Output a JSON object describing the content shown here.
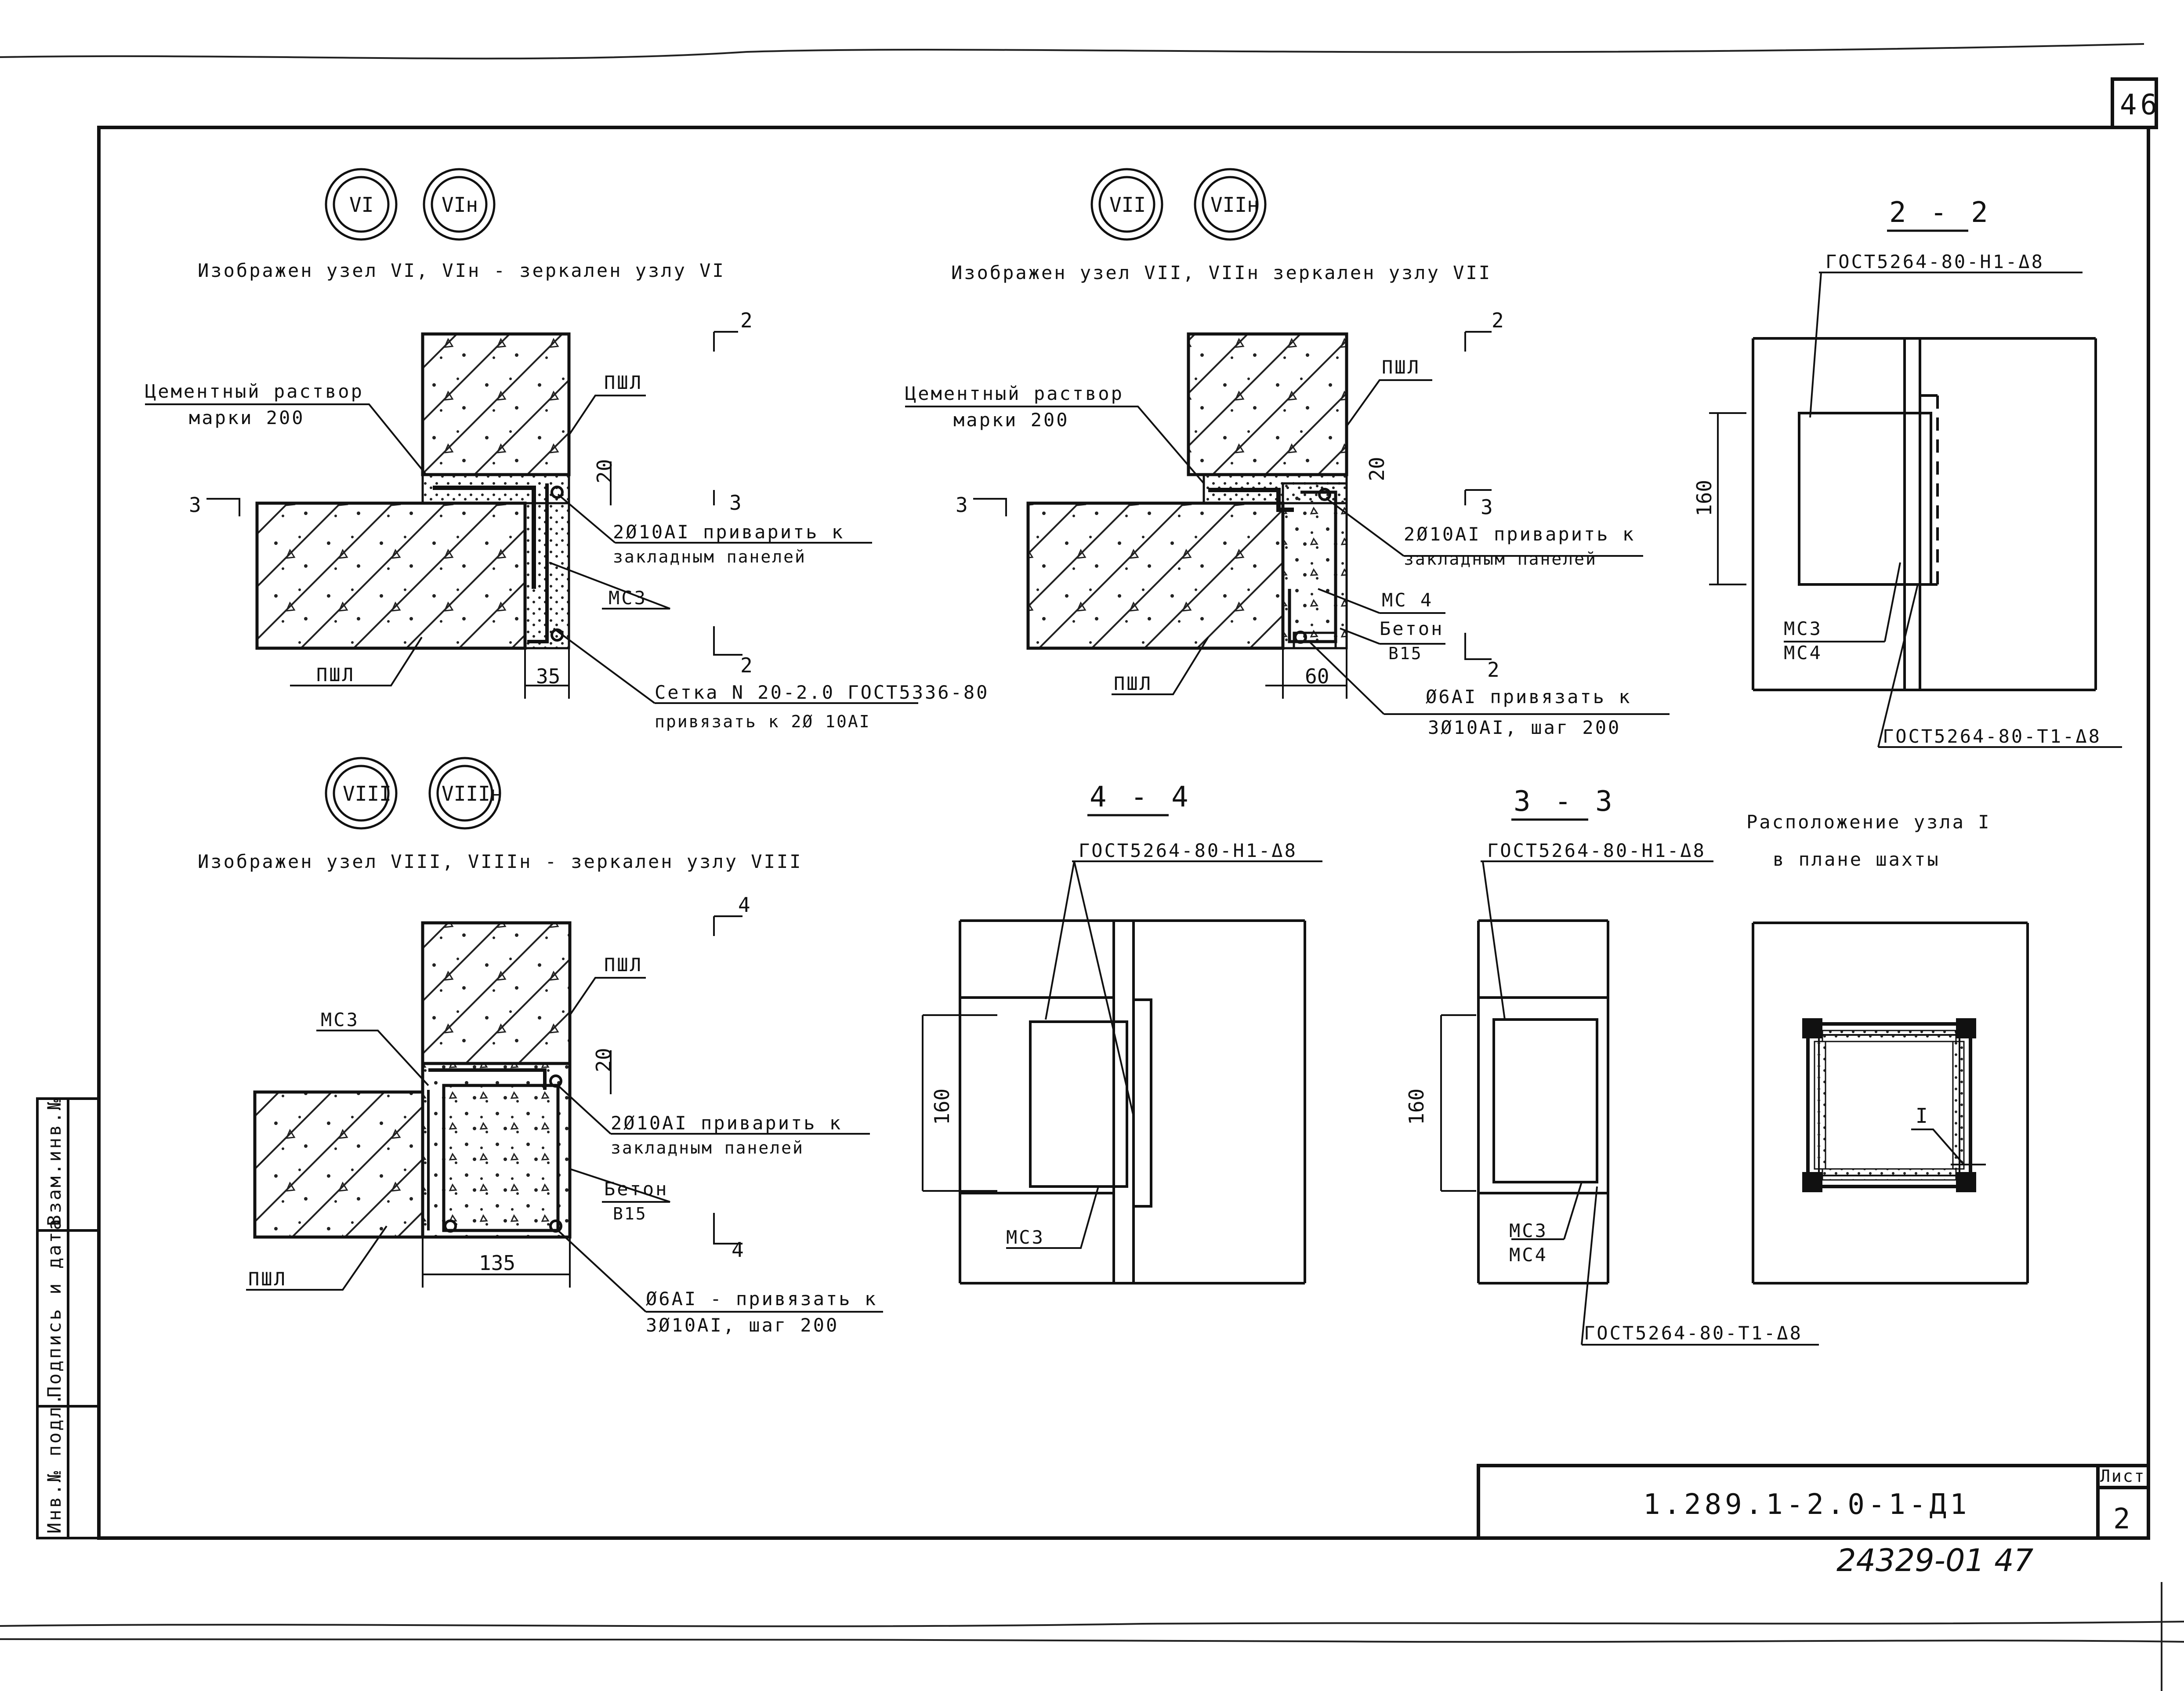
{
  "sheet": {
    "corner_number": "46",
    "designation": "1.289.1-2.0-1-Д1",
    "sheet_label": "Лист",
    "sheet_number": "2",
    "archive_number": "24329-01   47"
  },
  "side_stamp": {
    "col1": "Инв.№ подл.",
    "col2": "Подпись и дата",
    "col3": "Взам.инв.№"
  },
  "node6": {
    "badge_a": "VI",
    "badge_b": "VIн",
    "caption": "Изображен узел VI, VIн - зеркален узлу VI",
    "mortar_1": "Цементный раствор",
    "mortar_2": "марки 200",
    "pshl_top": "ПШЛ",
    "pshl_bottom": "ПШЛ",
    "dim_20": "20",
    "dim_35": "35",
    "rebar_1": "2Ø10АI приварить к",
    "rebar_2": "закладным панелей",
    "mc": "МС3",
    "mesh_1": "Сетка N 20-2.0 ГОСТ5336-80",
    "mesh_2": "привязать к 2Ø 10АI",
    "cut3_left": "3",
    "cut3_right": "3",
    "cut2_top": "2",
    "cut2_bottom": "2"
  },
  "node7": {
    "badge_a": "VII",
    "badge_b": "VIIн",
    "caption": "Изображен узел VII, VIIн зеркален узлу VII",
    "mortar_1": "Цементный раствор",
    "mortar_2": "марки 200",
    "pshl_top": "ПШЛ",
    "pshl_bottom": "ПШЛ",
    "dim_20": "20",
    "dim_60": "60",
    "rebar_1": "2Ø10АI приварить к",
    "rebar_2": "закладным панелей",
    "mc": "МС 4",
    "concrete": "Бетон",
    "concrete_class": "В15",
    "tie_1": "Ø6АI привязать к",
    "tie_2": "3Ø10АI, шаг 200",
    "cut3_left": "3",
    "cut3_right": "3",
    "cut2_top": "2",
    "cut2_bottom": "2"
  },
  "node8": {
    "badge_a": "VIII",
    "badge_b": "VIIIн",
    "caption": "Изображен узел VIII, VIIIн - зеркален узлу VIII",
    "mc": "МС3",
    "pshl_top": "ПШЛ",
    "pshl_bottom": "ПШЛ",
    "dim_20": "20",
    "dim_135": "135",
    "rebar_1": "2Ø10АI приварить к",
    "rebar_2": "закладным панелей",
    "concrete": "Бетон",
    "concrete_class": "В15",
    "tie_1": "Ø6АI - привязать к",
    "tie_2": "3Ø10АI, шаг 200",
    "cut4_top": "4",
    "cut4_bottom": "4"
  },
  "section22": {
    "title": "2 - 2",
    "weld_top": "ГОСТ5264-80-Н1-Δ8",
    "weld_bottom": "ГОСТ5264-80-Т1-Δ8",
    "dim_160": "160",
    "mc_a": "МС3",
    "mc_b": "МС4"
  },
  "section44": {
    "title": "4 - 4",
    "weld_top": "ГОСТ5264-80-Н1-Δ8",
    "dim_160": "160",
    "mc": "МС3"
  },
  "section33": {
    "title": "3 - 3",
    "weld_top": "ГОСТ5264-80-Н1-Δ8",
    "weld_bottom": "ГОСТ5264-80-Т1-Δ8",
    "dim_160": "160",
    "mc_a": "МС3",
    "mc_b": "МС4"
  },
  "plan": {
    "title_1": "Расположение узла I",
    "title_2": "в плане шахты",
    "node_mark": "I"
  }
}
